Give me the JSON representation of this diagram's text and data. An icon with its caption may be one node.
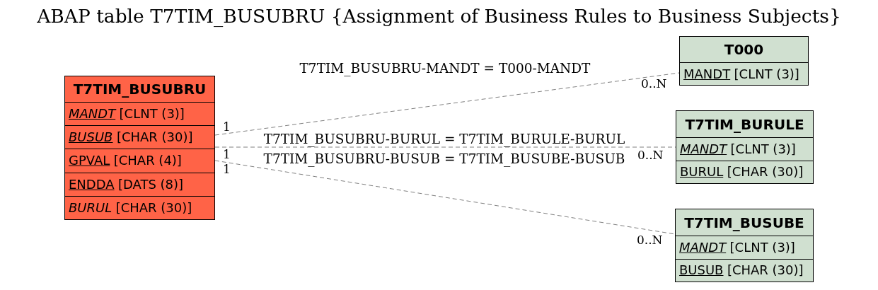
{
  "diagram": {
    "title": "ABAP table T7TIM_BUSUBRU {Assignment of Business Rules to Business Subjects}",
    "nodes": [
      {
        "text": [
          "T7TIM_BUSUBRU"
        ]
      },
      {
        "text": [
          "MANDT",
          "[CLNT (3)]"
        ],
        "in": 0
      },
      {
        "text": [
          "BUSUB",
          "[CHAR (30)]"
        ],
        "in": 0
      },
      {
        "text": [
          "GPVAL",
          "[CHAR (4)]"
        ],
        "in": 0
      },
      {
        "text": [
          "ENDDA",
          "[DATS (8)]"
        ],
        "in": 0
      },
      {
        "text": [
          "BURUL",
          "[CHAR (30)]"
        ],
        "in": 0
      },
      {
        "text": [
          "T000"
        ]
      },
      {
        "text": [
          "MANDT",
          "[CLNT (3)]"
        ],
        "in": 6
      },
      {
        "text": [
          "T7TIM_BURULE"
        ]
      },
      {
        "text": [
          "MANDT",
          "[CLNT (3)]"
        ],
        "in": 8
      },
      {
        "text": [
          "BURUL",
          "[CHAR (30)]"
        ],
        "in": 8
      },
      {
        "text": [
          "T7TIM_BUSUBE"
        ]
      },
      {
        "text": [
          "MANDT",
          "[CLNT (3)]"
        ],
        "in": 11
      },
      {
        "text": [
          "BUSUB",
          "[CHAR (30)]"
        ],
        "in": 11
      }
    ],
    "edges": [
      {
        "from": 0,
        "to": 6,
        "arrow": "none",
        "style": "dashed",
        "label": "T7TIM_BUSUBRU-MANDT = T000-MANDT"
      },
      {
        "from": 0,
        "to": 8,
        "arrow": "none",
        "style": "dashed",
        "label": "T7TIM_BUSUBRU-BURUL = T7TIM_BURULE-BURUL"
      },
      {
        "from": 0,
        "to": 11,
        "arrow": "none",
        "style": "dashed",
        "label": "T7TIM_BUSUBRU-BUSUB = T7TIM_BUSUBE-BUSUB"
      }
    ],
    "labels": [
      "0..N",
      "1",
      "1",
      "0..N",
      "1",
      "0..N"
    ]
  }
}
